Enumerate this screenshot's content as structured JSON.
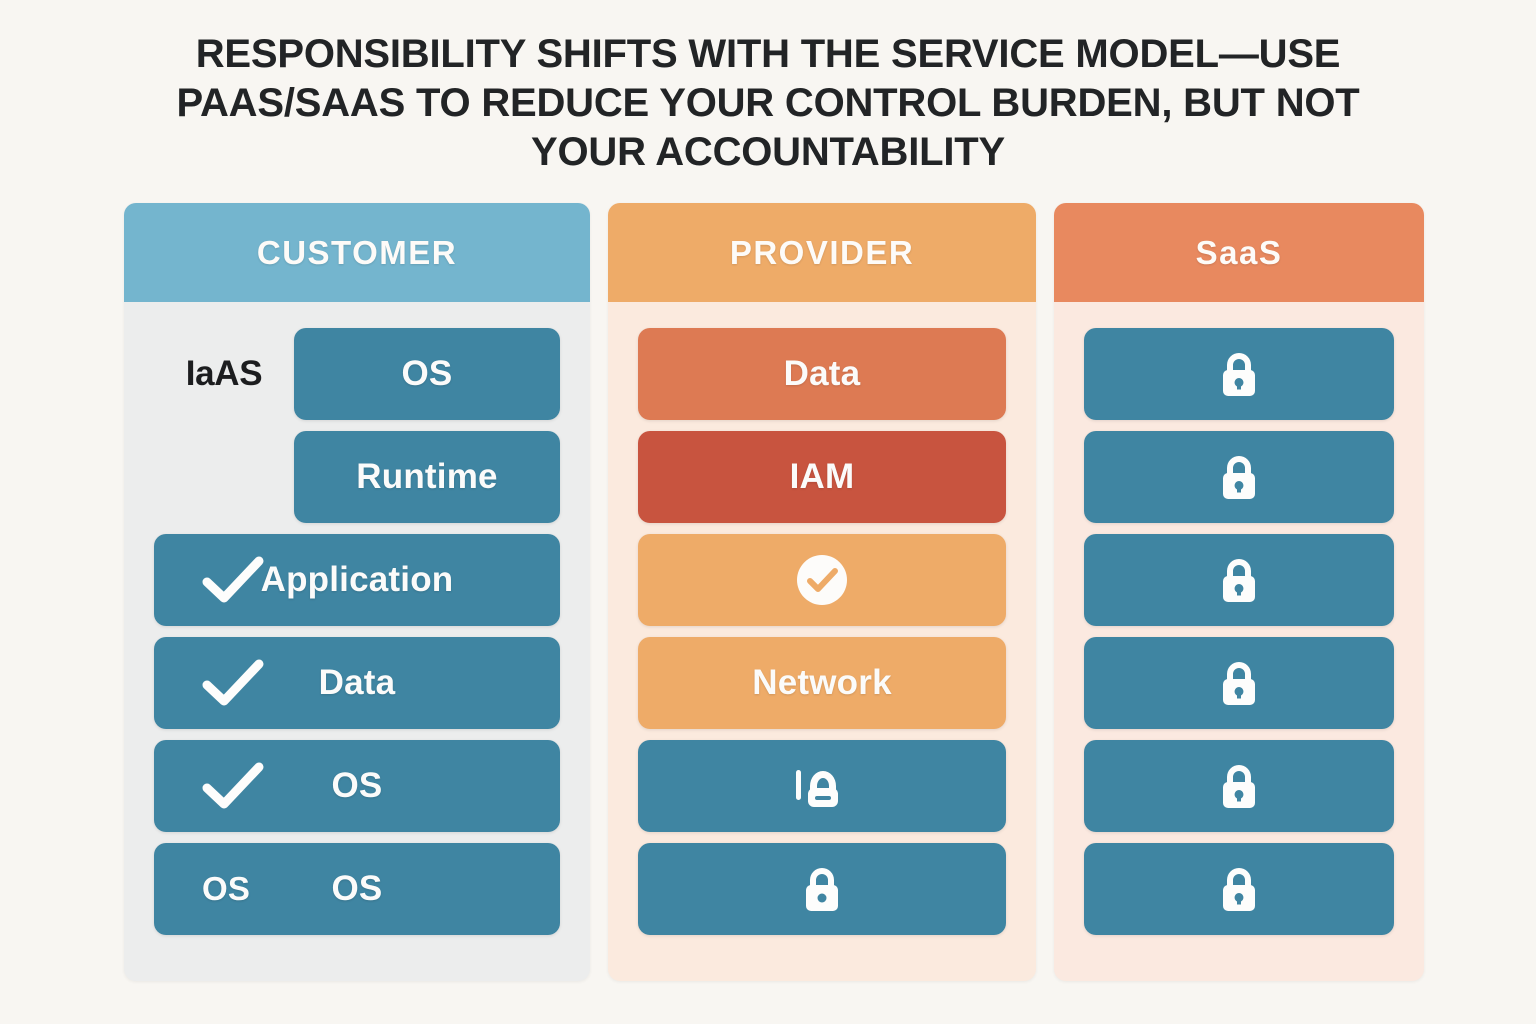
{
  "title": "RESPONSIBILITY SHIFTS WITH THE SERVICE MODEL—USE PaaS/SaaS TO REDUCE YOUR CONTROL BURDEN, BUT NOT YOUR ACCOUNTABILITY",
  "colors": {
    "page_background": "#f8f6f2",
    "customer_header": "#74b5ce",
    "provider_header": "#eeab68",
    "saas_header": "#e8895f",
    "teal_row": "#3f85a2",
    "salmon_row": "#dd7a53",
    "red_row": "#c8543f",
    "amber_row": "#eeab68",
    "customer_panel": "#eceded",
    "provider_panel": "#fbeade",
    "saas_panel": "#fbe9e0",
    "row_text": "#fbfbfa",
    "title_text": "#222426"
  },
  "columns": [
    {
      "header": "CUSTOMER",
      "side_label": "IaAS",
      "rows": [
        {
          "left": "",
          "label": "OS",
          "inset": true,
          "color": "teal",
          "icon": ""
        },
        {
          "left": "",
          "label": "Runtime",
          "inset": true,
          "color": "teal",
          "icon": ""
        },
        {
          "left": "check",
          "label": "Application",
          "inset": false,
          "color": "teal",
          "icon": "check-icon"
        },
        {
          "left": "check",
          "label": "Data",
          "inset": false,
          "color": "teal",
          "icon": "check-icon"
        },
        {
          "left": "check",
          "label": "OS",
          "inset": false,
          "color": "teal",
          "icon": "check-icon"
        },
        {
          "left": "OS",
          "label": "OS",
          "inset": false,
          "color": "teal",
          "icon": ""
        }
      ]
    },
    {
      "header": "PROVIDER",
      "rows": [
        {
          "label": "Data",
          "color": "salmon",
          "icon": ""
        },
        {
          "label": "IAM",
          "color": "red",
          "icon": ""
        },
        {
          "label": "",
          "color": "amber",
          "icon": "circle-check-icon"
        },
        {
          "label": "Network",
          "color": "amber",
          "icon": ""
        },
        {
          "label": "",
          "color": "teal",
          "icon": "lock-distorted-icon"
        },
        {
          "label": "",
          "color": "teal",
          "icon": "lock-icon"
        }
      ]
    },
    {
      "header": "SaaS",
      "rows": [
        {
          "label": "",
          "color": "teal",
          "icon": "lock-icon"
        },
        {
          "label": "",
          "color": "teal",
          "icon": "lock-icon"
        },
        {
          "label": "",
          "color": "teal",
          "icon": "lock-icon"
        },
        {
          "label": "",
          "color": "teal",
          "icon": "lock-icon"
        },
        {
          "label": "",
          "color": "teal",
          "icon": "lock-icon"
        },
        {
          "label": "",
          "color": "teal",
          "icon": "lock-icon"
        }
      ]
    }
  ]
}
